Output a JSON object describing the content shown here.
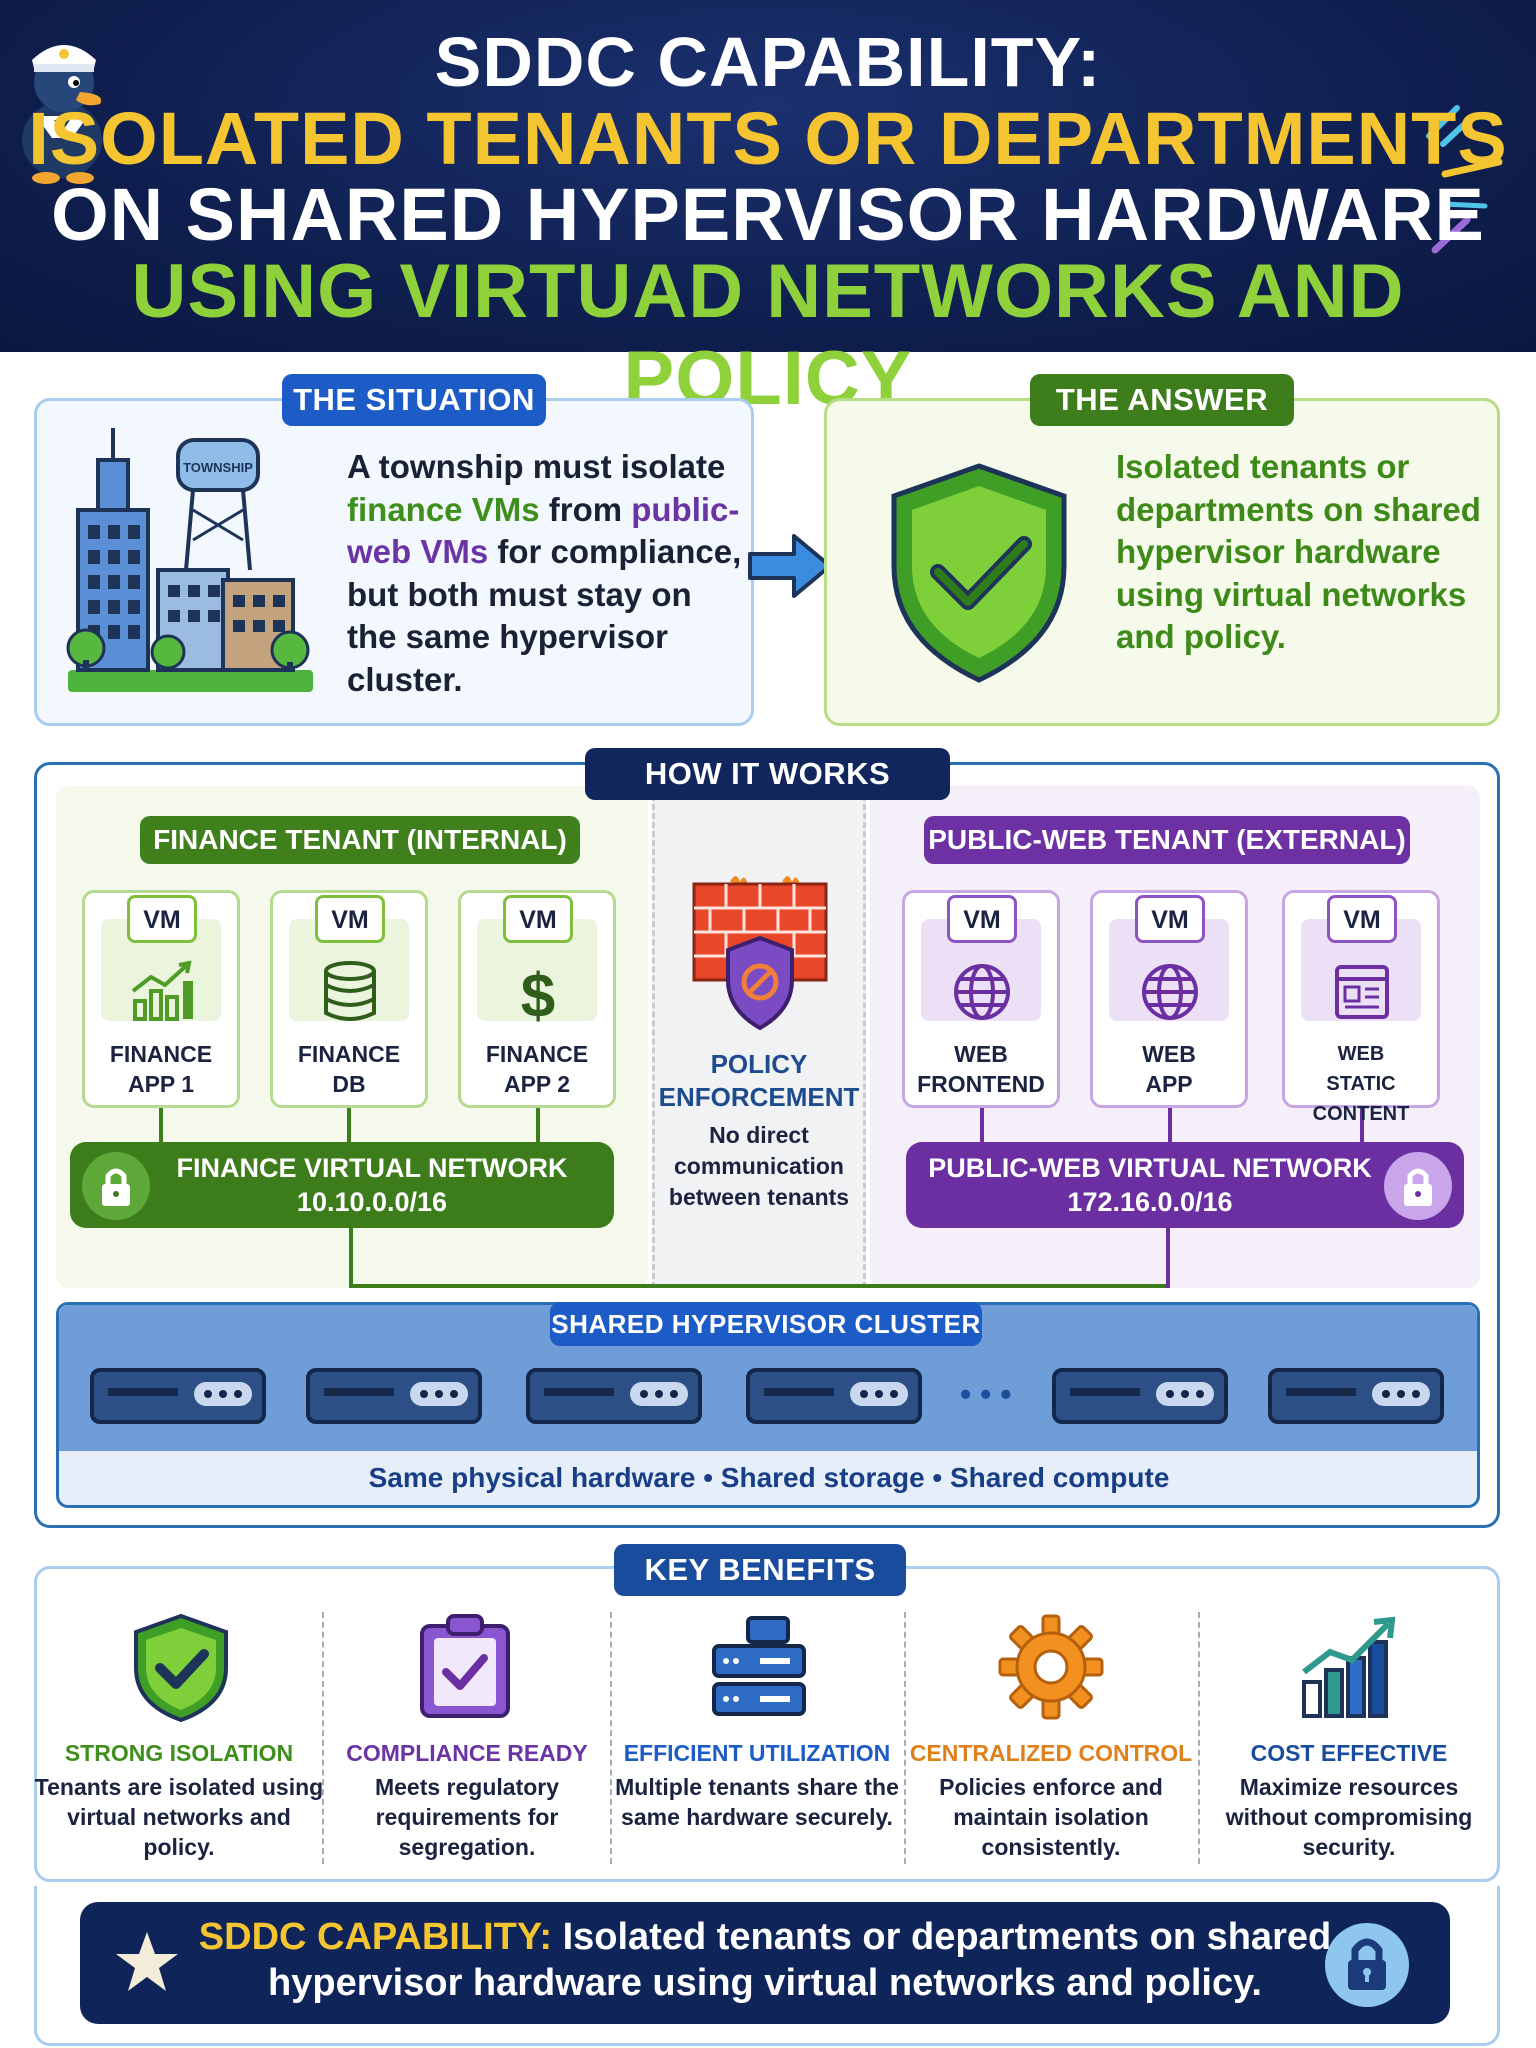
{
  "header": {
    "line1": "SDDC CAPABILITY:",
    "line2": "ISOLATED TENANTS OR DEPARTMENTS",
    "line3": "ON SHARED HYPERVISOR HARDWARE",
    "line4": "USING VIRTUAD NETWORKS AND POLICY"
  },
  "situation": {
    "heading": "THE SITUATION",
    "building_sign": "TOWNSHIP",
    "text_a": "A township must isolate ",
    "finance_vms": "finance VMs",
    "text_b": " from ",
    "public_web_vms": "public-web VMs",
    "text_c": " for compliance, but both must stay on the same hypervisor cluster."
  },
  "answer": {
    "heading": "THE ANSWER",
    "text": "Isolated tenants or departments on shared hypervisor hardware using virtual networks and policy."
  },
  "how": {
    "heading": "HOW IT WORKS",
    "finance_tenant": "FINANCE TENANT (INTERNAL)",
    "public_tenant": "PUBLIC-WEB TENANT (EXTERNAL)",
    "vm_tag": "VM",
    "finance_vms": [
      {
        "line1": "FINANCE",
        "line2": "APP 1",
        "icon": "bar-chart-icon"
      },
      {
        "line1": "FINANCE",
        "line2": "DB",
        "icon": "database-icon"
      },
      {
        "line1": "FINANCE",
        "line2": "APP 2",
        "icon": "dollar-icon"
      }
    ],
    "public_vms": [
      {
        "line1": "WEB",
        "line2": "FRONTEND",
        "icon": "globe-icon"
      },
      {
        "line1": "WEB",
        "line2": "APP",
        "icon": "globe-icon"
      },
      {
        "line1": "WEB",
        "line2": "STATIC CONTENT",
        "icon": "webpage-icon"
      }
    ],
    "finance_vnet_name": "FINANCE VIRTUAL NETWORK",
    "finance_vnet_cidr": "10.10.0.0/16",
    "public_vnet_name": "PUBLIC-WEB VIRTUAL NETWORK",
    "public_vnet_cidr": "172.16.0.0/16",
    "policy_line1": "POLICY",
    "policy_line2": "ENFORCEMENT",
    "policy_desc": "No direct communication between tenants",
    "cluster_label": "SHARED HYPERVISOR CLUSTER",
    "cluster_dots": "• • •",
    "cluster_caption": "Same physical hardware • Shared storage • Shared compute"
  },
  "benefits": {
    "heading": "KEY BENEFITS",
    "items": [
      {
        "title": "STRONG ISOLATION",
        "desc": "Tenants are isolated using virtual networks and policy.",
        "color": "#3f8f1c",
        "icon": "shield-check-icon"
      },
      {
        "title": "COMPLIANCE READY",
        "desc": "Meets regulatory requirements for segregation.",
        "color": "#6b34a4",
        "icon": "clipboard-check-icon"
      },
      {
        "title": "EFFICIENT UTILIZATION",
        "desc": "Multiple tenants share the same hardware securely.",
        "color": "#1d5bc7",
        "icon": "servers-icon"
      },
      {
        "title": "CENTRALIZED CONTROL",
        "desc": "Policies enforce and maintain isolation consistently.",
        "color": "#e0801a",
        "icon": "gear-icon"
      },
      {
        "title": "COST EFFECTIVE",
        "desc": "Maximize resources without compromising security.",
        "color": "#1a4c9e",
        "icon": "growth-chart-icon"
      }
    ]
  },
  "footer": {
    "lead": "SDDC CAPABILITY:",
    "text_line1": " Isolated tenants or departments on shared",
    "text_line2": "hypervisor hardware using virtual networks and policy."
  },
  "colors": {
    "navy": "#0f1f4f",
    "yellow": "#f5c531",
    "green": "#3f7f1c",
    "light_green": "#8ed13b",
    "purple": "#6d31a3",
    "blue": "#1d5bc7"
  }
}
